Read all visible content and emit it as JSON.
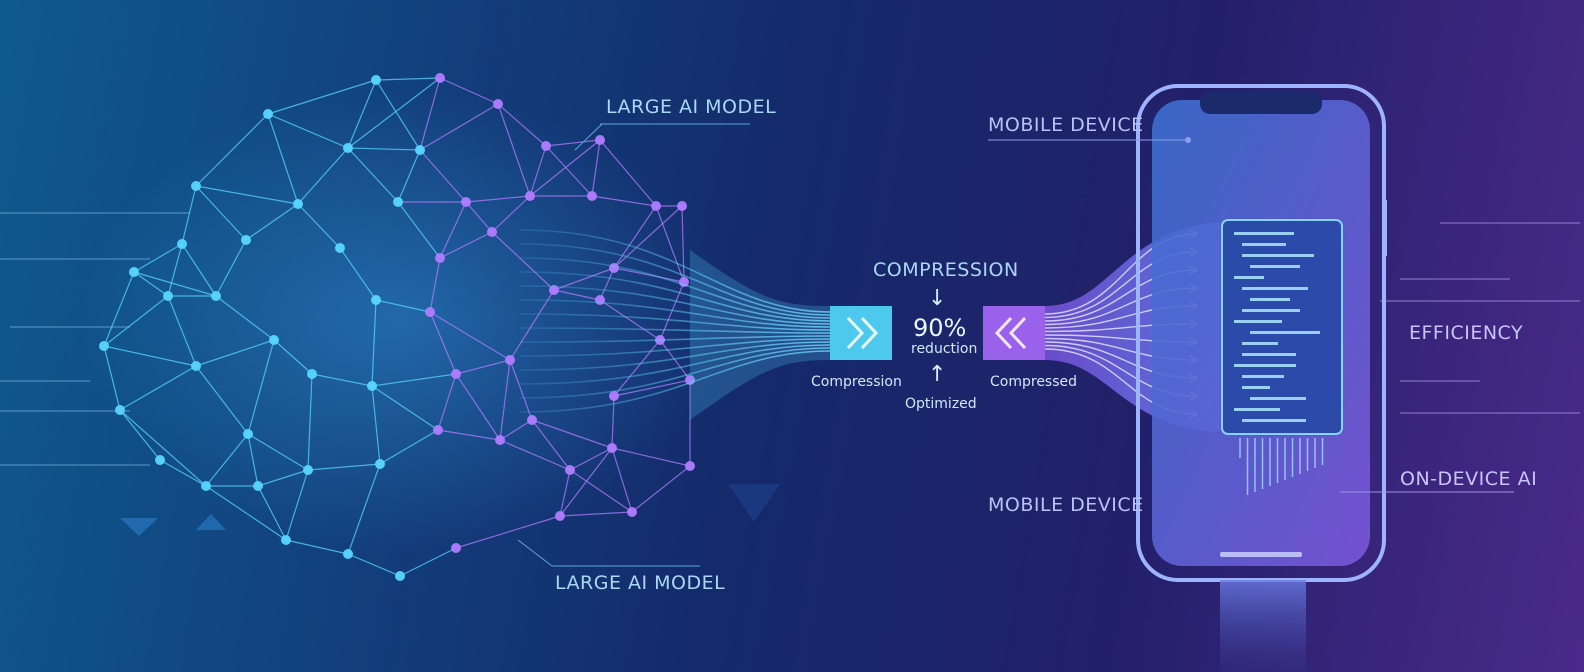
{
  "labels": {
    "large_model_top": "LARGE AI MODEL",
    "large_model_bottom": "LARGE AI MODEL",
    "mobile_device_top": "MOBILE DEVICE",
    "mobile_device_bottom": "MOBILE DEVICE",
    "compression_heading": "COMPRESSION",
    "percent": "90%",
    "reduction": "reduction",
    "optimized": "Optimized",
    "compression_left": "Compression",
    "compressed_right": "Compressed",
    "efficiency": "EFFICIENCY",
    "on_device_ai": "ON-DEVICE AI"
  },
  "icons": {
    "down_arrow": "↓",
    "up_arrow": "↑",
    "chevrons_right": "»",
    "chevrons_left": "«"
  },
  "colors": {
    "cyan": "#58d6ff",
    "violet": "#b07cff",
    "label": "#a8d8f4"
  }
}
